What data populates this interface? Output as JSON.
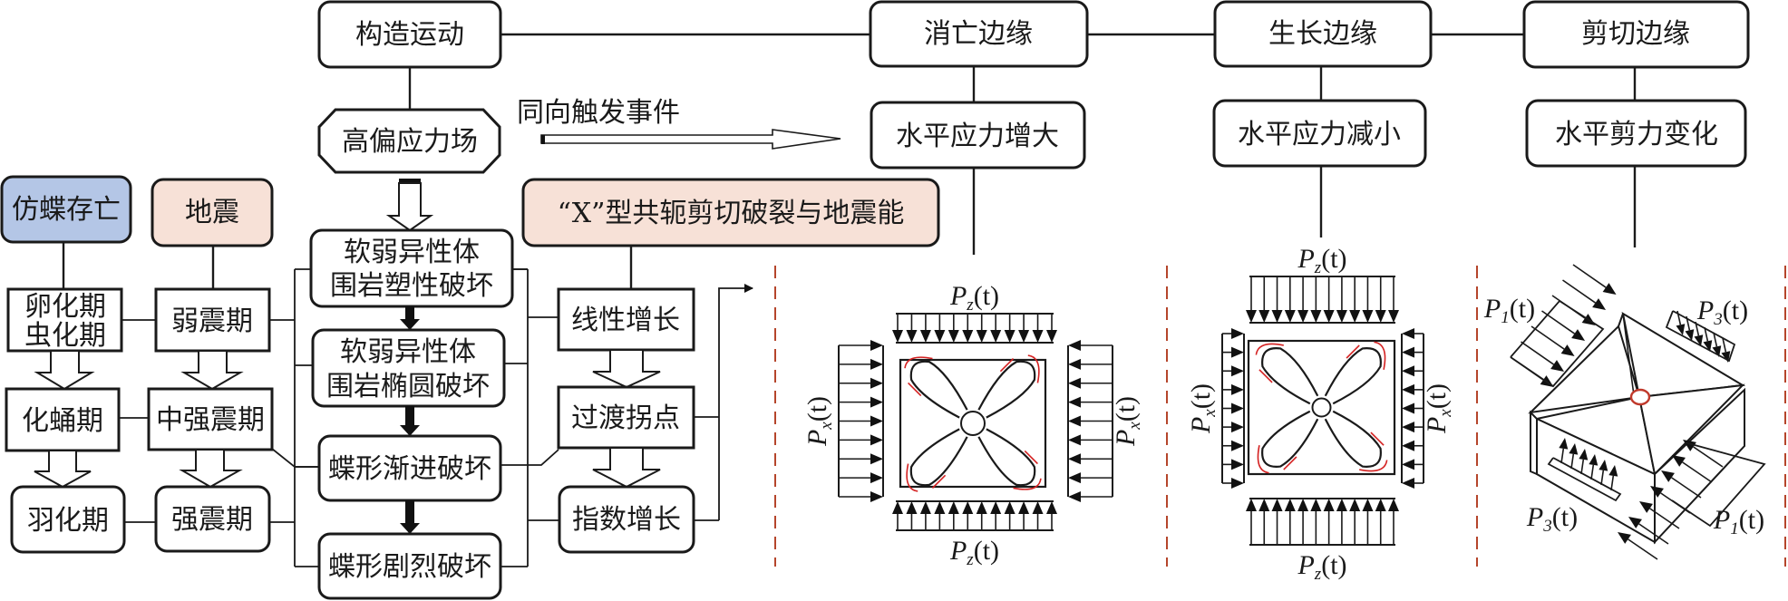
{
  "colors": {
    "line": "#1a1a1a",
    "butterfly_fill": "#b4c6e6",
    "earthquake_fill": "#f7e1d7",
    "divider": "#b5452b",
    "failure_zone": "#d42020"
  },
  "top_row": {
    "tectonic": "构造运动",
    "subduction_margin": "消亡边缘",
    "growth_margin": "生长边缘",
    "shear_margin": "剪切边缘"
  },
  "second_row": {
    "high_deviatoric_stress": "高偏应力场",
    "trigger_arrow_label": "同向触发事件",
    "horizontal_stress_increase": "水平应力增大",
    "horizontal_stress_decrease": "水平应力减小",
    "horizontal_shear_change": "水平剪力变化"
  },
  "butterfly_column": {
    "header": "仿蝶存亡",
    "stages": [
      "卵化期\n虫化期",
      "化蛹期",
      "羽化期"
    ],
    "stage_lines": [
      [
        "卵化期",
        "虫化期"
      ],
      [
        "化蛹期"
      ],
      [
        "羽化期"
      ]
    ]
  },
  "earthquake_column": {
    "header": "地震",
    "stages": [
      "弱震期",
      "中强震期",
      "强震期"
    ]
  },
  "failure_column": {
    "stages": [
      [
        "软弱异性体",
        "围岩塑性破坏"
      ],
      [
        "软弱异性体",
        "围岩椭圆破坏"
      ],
      [
        "蝶形渐进破坏"
      ],
      [
        "蝶形剧烈破坏"
      ]
    ]
  },
  "energy_column": {
    "header": "“X”型共轭剪切破裂与地震能",
    "stages": [
      "线性增长",
      "过渡拐点",
      "指数增长"
    ]
  },
  "panels": [
    {
      "id": "subduction",
      "labels": {
        "top": {
          "base": "P",
          "sub": "z",
          "tail": "(t)"
        },
        "bottom": {
          "base": "P",
          "sub": "z",
          "tail": "(t)"
        },
        "left": {
          "base": "P",
          "sub": "x",
          "tail": "(t)"
        },
        "right": {
          "base": "P",
          "sub": "x",
          "tail": "(t)"
        }
      }
    },
    {
      "id": "growth",
      "labels": {
        "top": {
          "base": "P",
          "sub": "z",
          "tail": "(t)"
        },
        "bottom": {
          "base": "P",
          "sub": "z",
          "tail": "(t)"
        },
        "left": {
          "base": "P",
          "sub": "x",
          "tail": "(t)"
        },
        "right": {
          "base": "P",
          "sub": "x",
          "tail": "(t)"
        }
      }
    },
    {
      "id": "shear",
      "labels": {
        "p1_top": {
          "base": "P",
          "sub": "1",
          "tail": "(t)"
        },
        "p3_top": {
          "base": "P",
          "sub": "3",
          "tail": "(t)"
        },
        "p3_bottom": {
          "base": "P",
          "sub": "3",
          "tail": "(t)"
        },
        "p1_bottom": {
          "base": "P",
          "sub": "1",
          "tail": "(t)"
        }
      }
    }
  ]
}
